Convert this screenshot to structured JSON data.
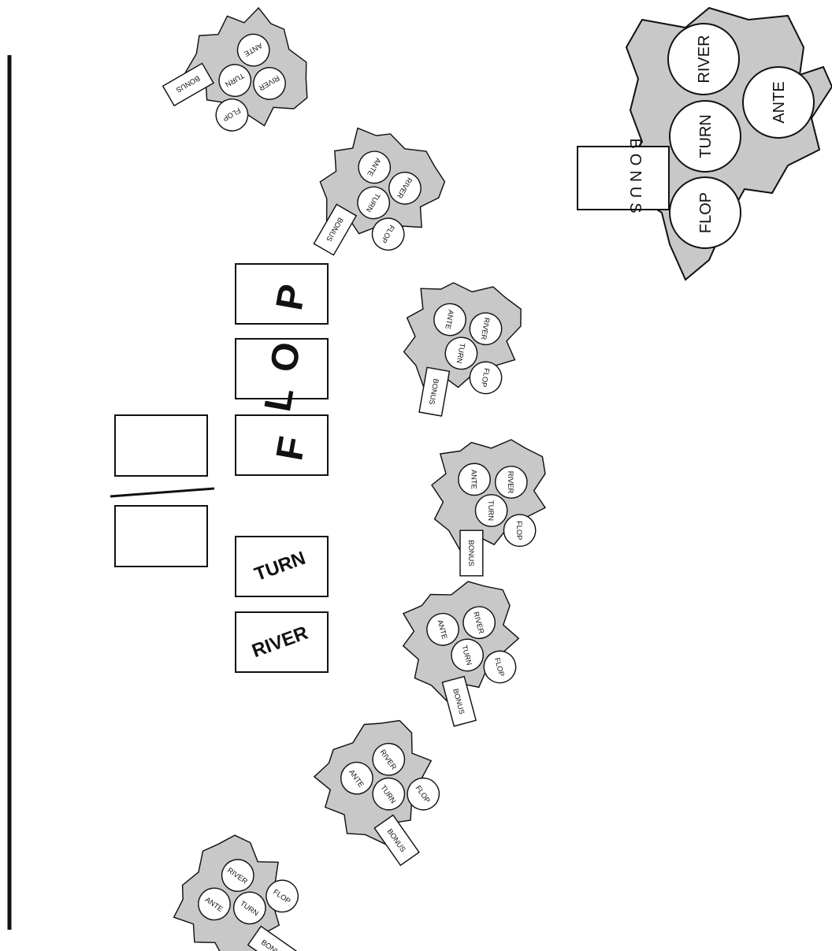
{
  "labels": {
    "flop": "FLOP",
    "turn": "TURN",
    "river": "RIVER",
    "ante": "ANTE",
    "bonus": "BONUS"
  },
  "board": {
    "flop_letters": [
      "F",
      "L",
      "O",
      "P"
    ],
    "turn_box": "TURN",
    "river_box": "RIVER"
  },
  "colors": {
    "felt_shape": "#c8c8c8",
    "line": "#111111",
    "circle_fill": "#ffffff",
    "background": "#ffffff"
  }
}
